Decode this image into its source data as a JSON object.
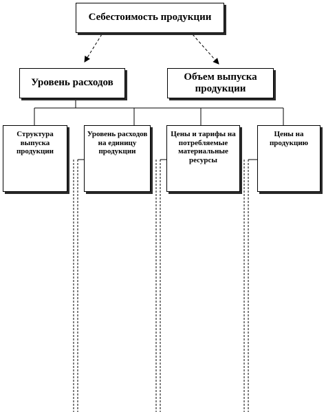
{
  "diagram": {
    "root": {
      "label": "Себестоимость продукции"
    },
    "level2": {
      "left": {
        "label": "Уровень расходов"
      },
      "right": {
        "label": "Объем выпуска продукции"
      }
    },
    "leaves": [
      {
        "label": "Структура выпуска продукции"
      },
      {
        "label": "Уровень расходов на единицу продукции"
      },
      {
        "label": "Цены и тарифы на потребляемые материальные ресурсы"
      },
      {
        "label": "Цены на продукцию"
      }
    ]
  }
}
